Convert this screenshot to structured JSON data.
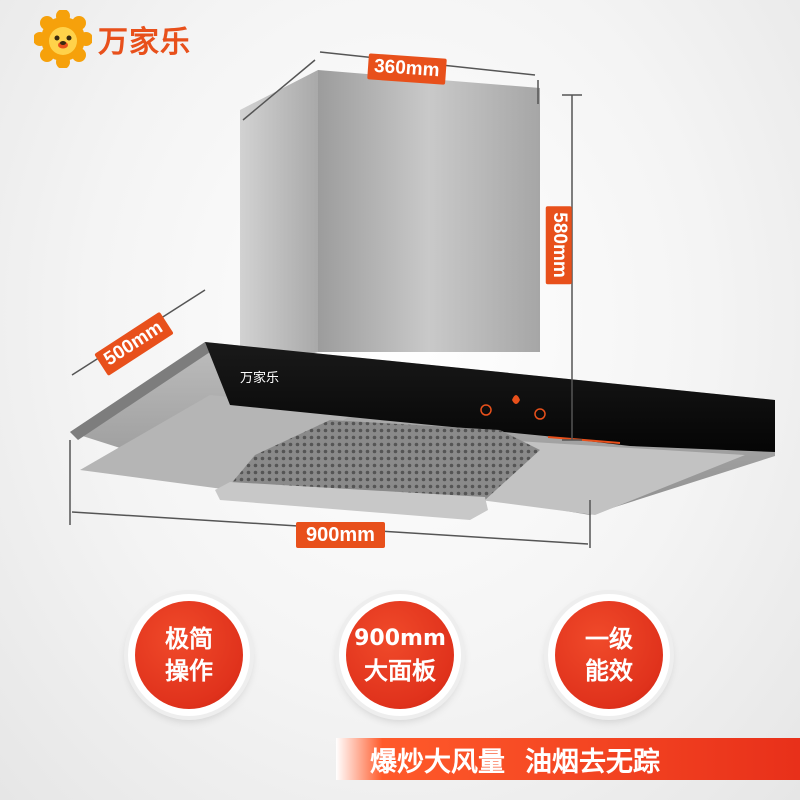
{
  "brand": {
    "name": "万家乐",
    "logo_icon": "lion-sun-icon",
    "panel_logo": "万家乐",
    "color": "#e8501b"
  },
  "dimensions": {
    "top": "360mm",
    "height": "580mm",
    "depth": "500mm",
    "width": "900mm"
  },
  "features": [
    {
      "line1": "极简",
      "line2": "操作"
    },
    {
      "line1": "900mm",
      "line2": "大面板"
    },
    {
      "line1": "一级",
      "line2": "能效"
    }
  ],
  "slogan": {
    "part1": "爆炒大风量",
    "part2": "油烟去无踪"
  },
  "colors": {
    "accent": "#e8501b",
    "badge": "#e0321c"
  }
}
